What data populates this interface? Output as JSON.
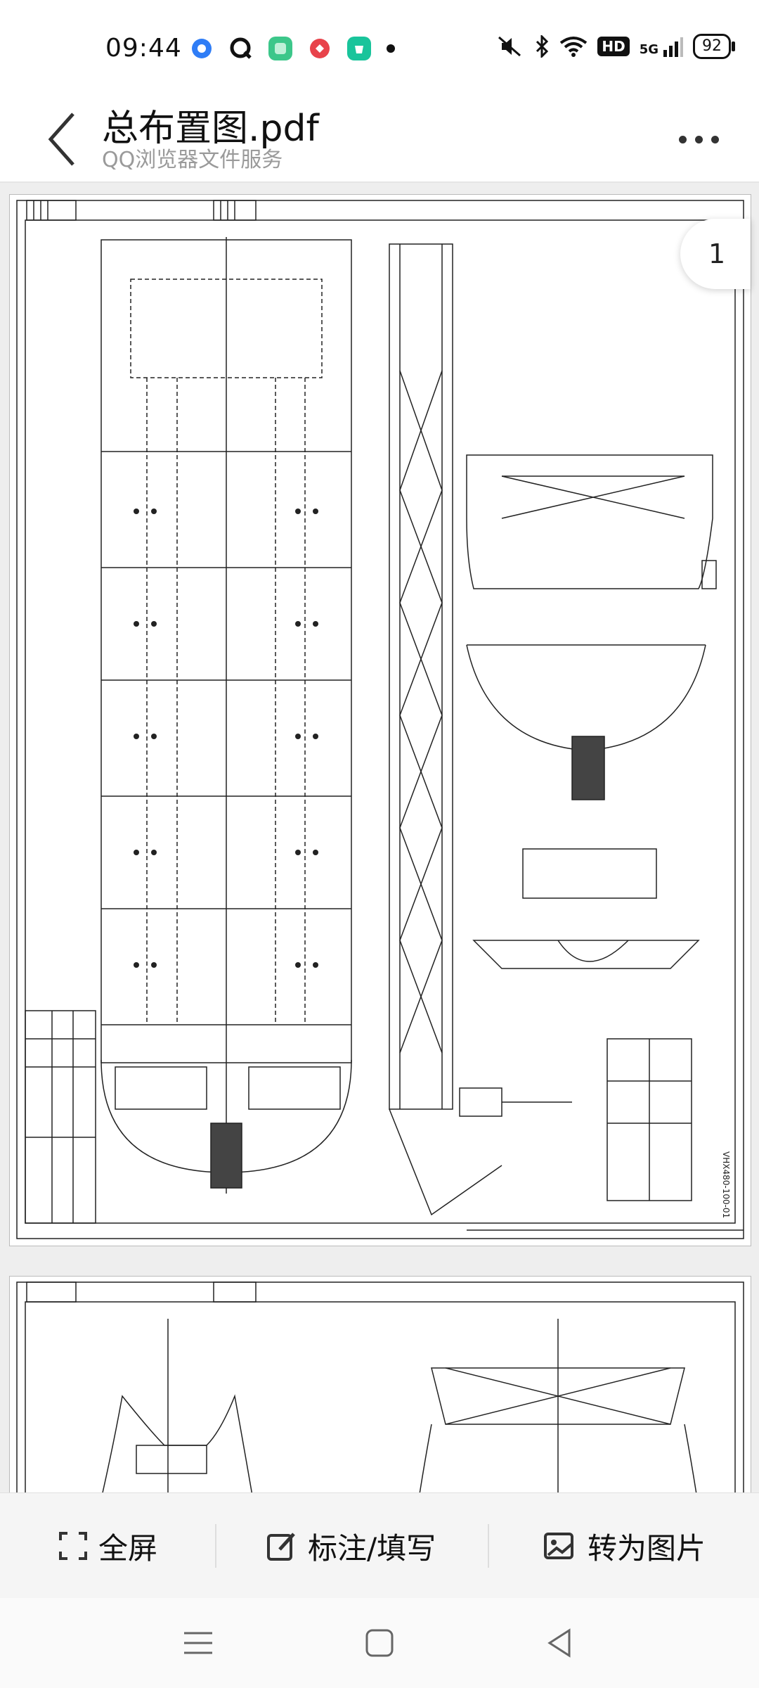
{
  "status": {
    "time": "09:44",
    "network": "5G",
    "hd": "HD",
    "battery": "92"
  },
  "header": {
    "title": "总布置图.pdf",
    "subtitle": "QQ浏览器文件服务"
  },
  "viewer": {
    "page_number": "1",
    "drawing_number": "VHX480-100-01"
  },
  "toolbar": {
    "fullscreen": "全屏",
    "annotate": "标注/填写",
    "to_image": "转为图片"
  },
  "colors": {
    "accent": "#222222",
    "app_blue": "#2f7df6",
    "app_green": "#3cc78a",
    "app_red": "#e8434b",
    "app_teal": "#19c49b"
  }
}
